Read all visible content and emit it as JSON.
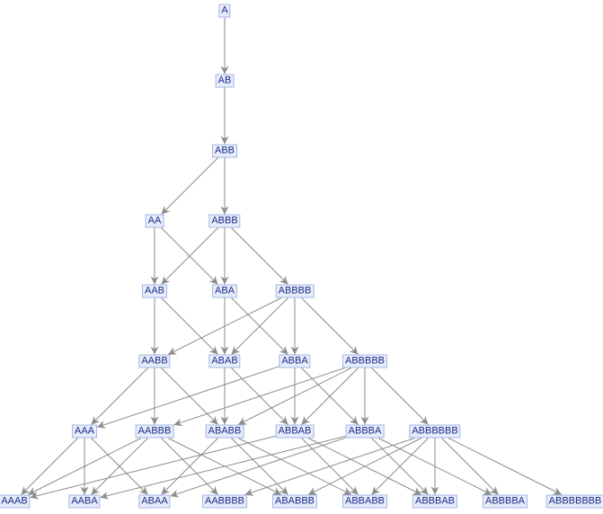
{
  "graph": {
    "nodes": [
      "A",
      "AB",
      "ABB",
      "AA",
      "ABBB",
      "AAB",
      "ABA",
      "ABBBB",
      "AABB",
      "ABAB",
      "ABBA",
      "ABBBBB",
      "AAA",
      "AABBB",
      "ABABB",
      "ABBAB",
      "ABBBA",
      "ABBBBBB",
      "AAAB",
      "AABA",
      "ABAA",
      "AABBBB",
      "ABABBB",
      "ABBABB",
      "ABBBAB",
      "ABBBBA",
      "ABBBBBBB"
    ],
    "edges": [
      [
        "A",
        "AB"
      ],
      [
        "AB",
        "ABB"
      ],
      [
        "ABB",
        "AA"
      ],
      [
        "ABB",
        "ABBB"
      ],
      [
        "AA",
        "AAB"
      ],
      [
        "AA",
        "ABA"
      ],
      [
        "ABBB",
        "AAB"
      ],
      [
        "ABBB",
        "ABA"
      ],
      [
        "ABBB",
        "ABBBB"
      ],
      [
        "AAB",
        "AABB"
      ],
      [
        "AAB",
        "ABAB"
      ],
      [
        "ABA",
        "ABAB"
      ],
      [
        "ABA",
        "ABBA"
      ],
      [
        "ABBBB",
        "AABB"
      ],
      [
        "ABBBB",
        "ABAB"
      ],
      [
        "ABBBB",
        "ABBA"
      ],
      [
        "ABBBB",
        "ABBBBB"
      ],
      [
        "AABB",
        "AAA"
      ],
      [
        "AABB",
        "AABBB"
      ],
      [
        "AABB",
        "ABABB"
      ],
      [
        "ABAB",
        "ABABB"
      ],
      [
        "ABAB",
        "ABBAB"
      ],
      [
        "ABBA",
        "AAA"
      ],
      [
        "ABBA",
        "ABBAB"
      ],
      [
        "ABBA",
        "ABBBA"
      ],
      [
        "ABBBBB",
        "AABBB"
      ],
      [
        "ABBBBB",
        "ABABB"
      ],
      [
        "ABBBBB",
        "ABBAB"
      ],
      [
        "ABBBBB",
        "ABBBA"
      ],
      [
        "ABBBBB",
        "ABBBBBB"
      ],
      [
        "AAA",
        "AAAB"
      ],
      [
        "AAA",
        "AABA"
      ],
      [
        "AAA",
        "ABAA"
      ],
      [
        "AABBB",
        "AAAB"
      ],
      [
        "AABBB",
        "AABA"
      ],
      [
        "AABBB",
        "AABBBB"
      ],
      [
        "AABBB",
        "ABABBB"
      ],
      [
        "ABABB",
        "ABAA"
      ],
      [
        "ABABB",
        "ABABBB"
      ],
      [
        "ABABB",
        "ABBABB"
      ],
      [
        "ABBAB",
        "AAAB"
      ],
      [
        "ABBAB",
        "ABBABB"
      ],
      [
        "ABBAB",
        "ABBBAB"
      ],
      [
        "ABBBA",
        "AABA"
      ],
      [
        "ABBBA",
        "ABAA"
      ],
      [
        "ABBBA",
        "ABBBAB"
      ],
      [
        "ABBBA",
        "ABBBBA"
      ],
      [
        "ABBBBBB",
        "AABBBB"
      ],
      [
        "ABBBBBB",
        "ABABBB"
      ],
      [
        "ABBBBBB",
        "ABBABB"
      ],
      [
        "ABBBBBB",
        "ABBBAB"
      ],
      [
        "ABBBBBB",
        "ABBBBA"
      ],
      [
        "ABBBBBB",
        "ABBBBBBB"
      ]
    ]
  },
  "colors": {
    "edge": "#8c8c8c",
    "node_fill": "#e6ecfa",
    "node_border": "#a7b7e4",
    "node_text": "#1c2c86"
  }
}
